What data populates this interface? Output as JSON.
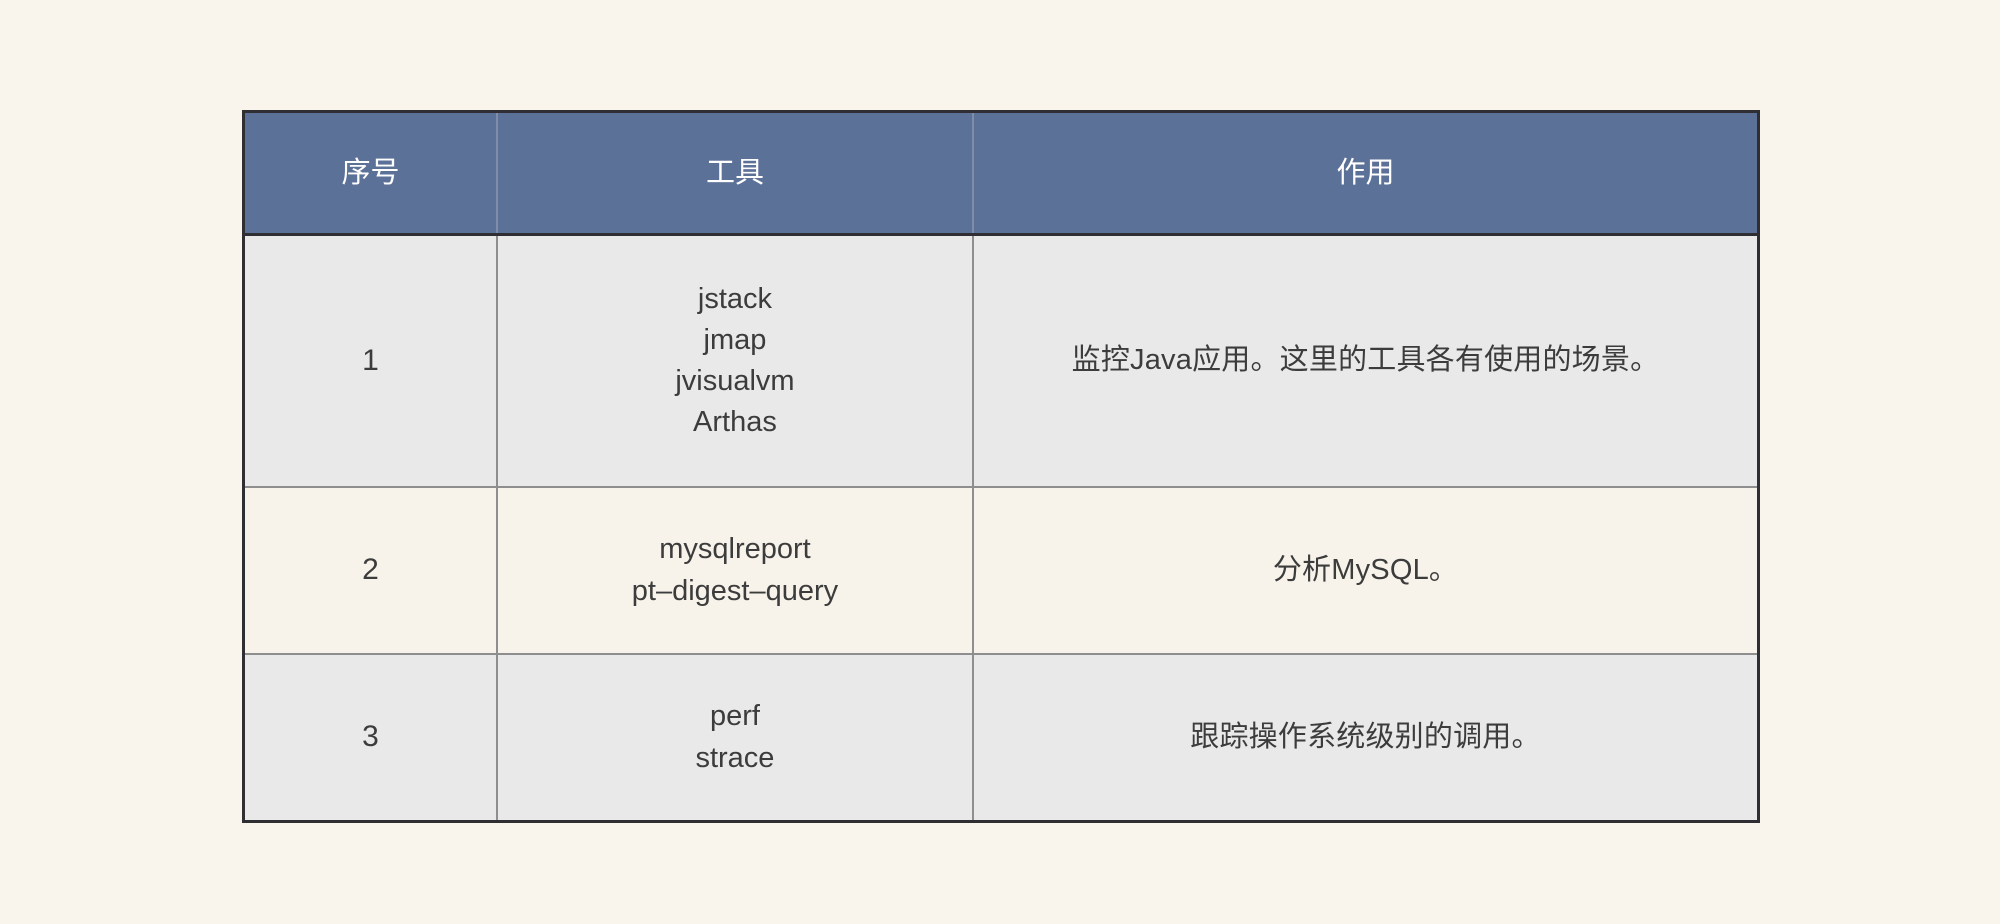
{
  "page": {
    "background_color": "#faf5ec",
    "text_color": "#3c3c3c"
  },
  "table": {
    "header_background": "#5c7198",
    "header_text_color": "#ffffff",
    "shade_row_background": "#e9e9e9",
    "plain_row_background": "#f7f3ea",
    "border_color": "#2f2f33",
    "grid_color": "#8e8e8e",
    "columns": [
      {
        "key": "index",
        "label": "序号"
      },
      {
        "key": "tool",
        "label": "工具"
      },
      {
        "key": "purpose",
        "label": "作用"
      }
    ],
    "rows": [
      {
        "index": "1",
        "tools": [
          "jstack",
          "jmap",
          "jvisualvm",
          "Arthas"
        ],
        "purpose": "监控Java应用。这里的工具各有使用的场景。"
      },
      {
        "index": "2",
        "tools": [
          "mysqlreport",
          "pt–digest–query"
        ],
        "purpose": "分析MySQL。"
      },
      {
        "index": "3",
        "tools": [
          "perf",
          "strace"
        ],
        "purpose": "跟踪操作系统级别的调用。"
      }
    ]
  }
}
